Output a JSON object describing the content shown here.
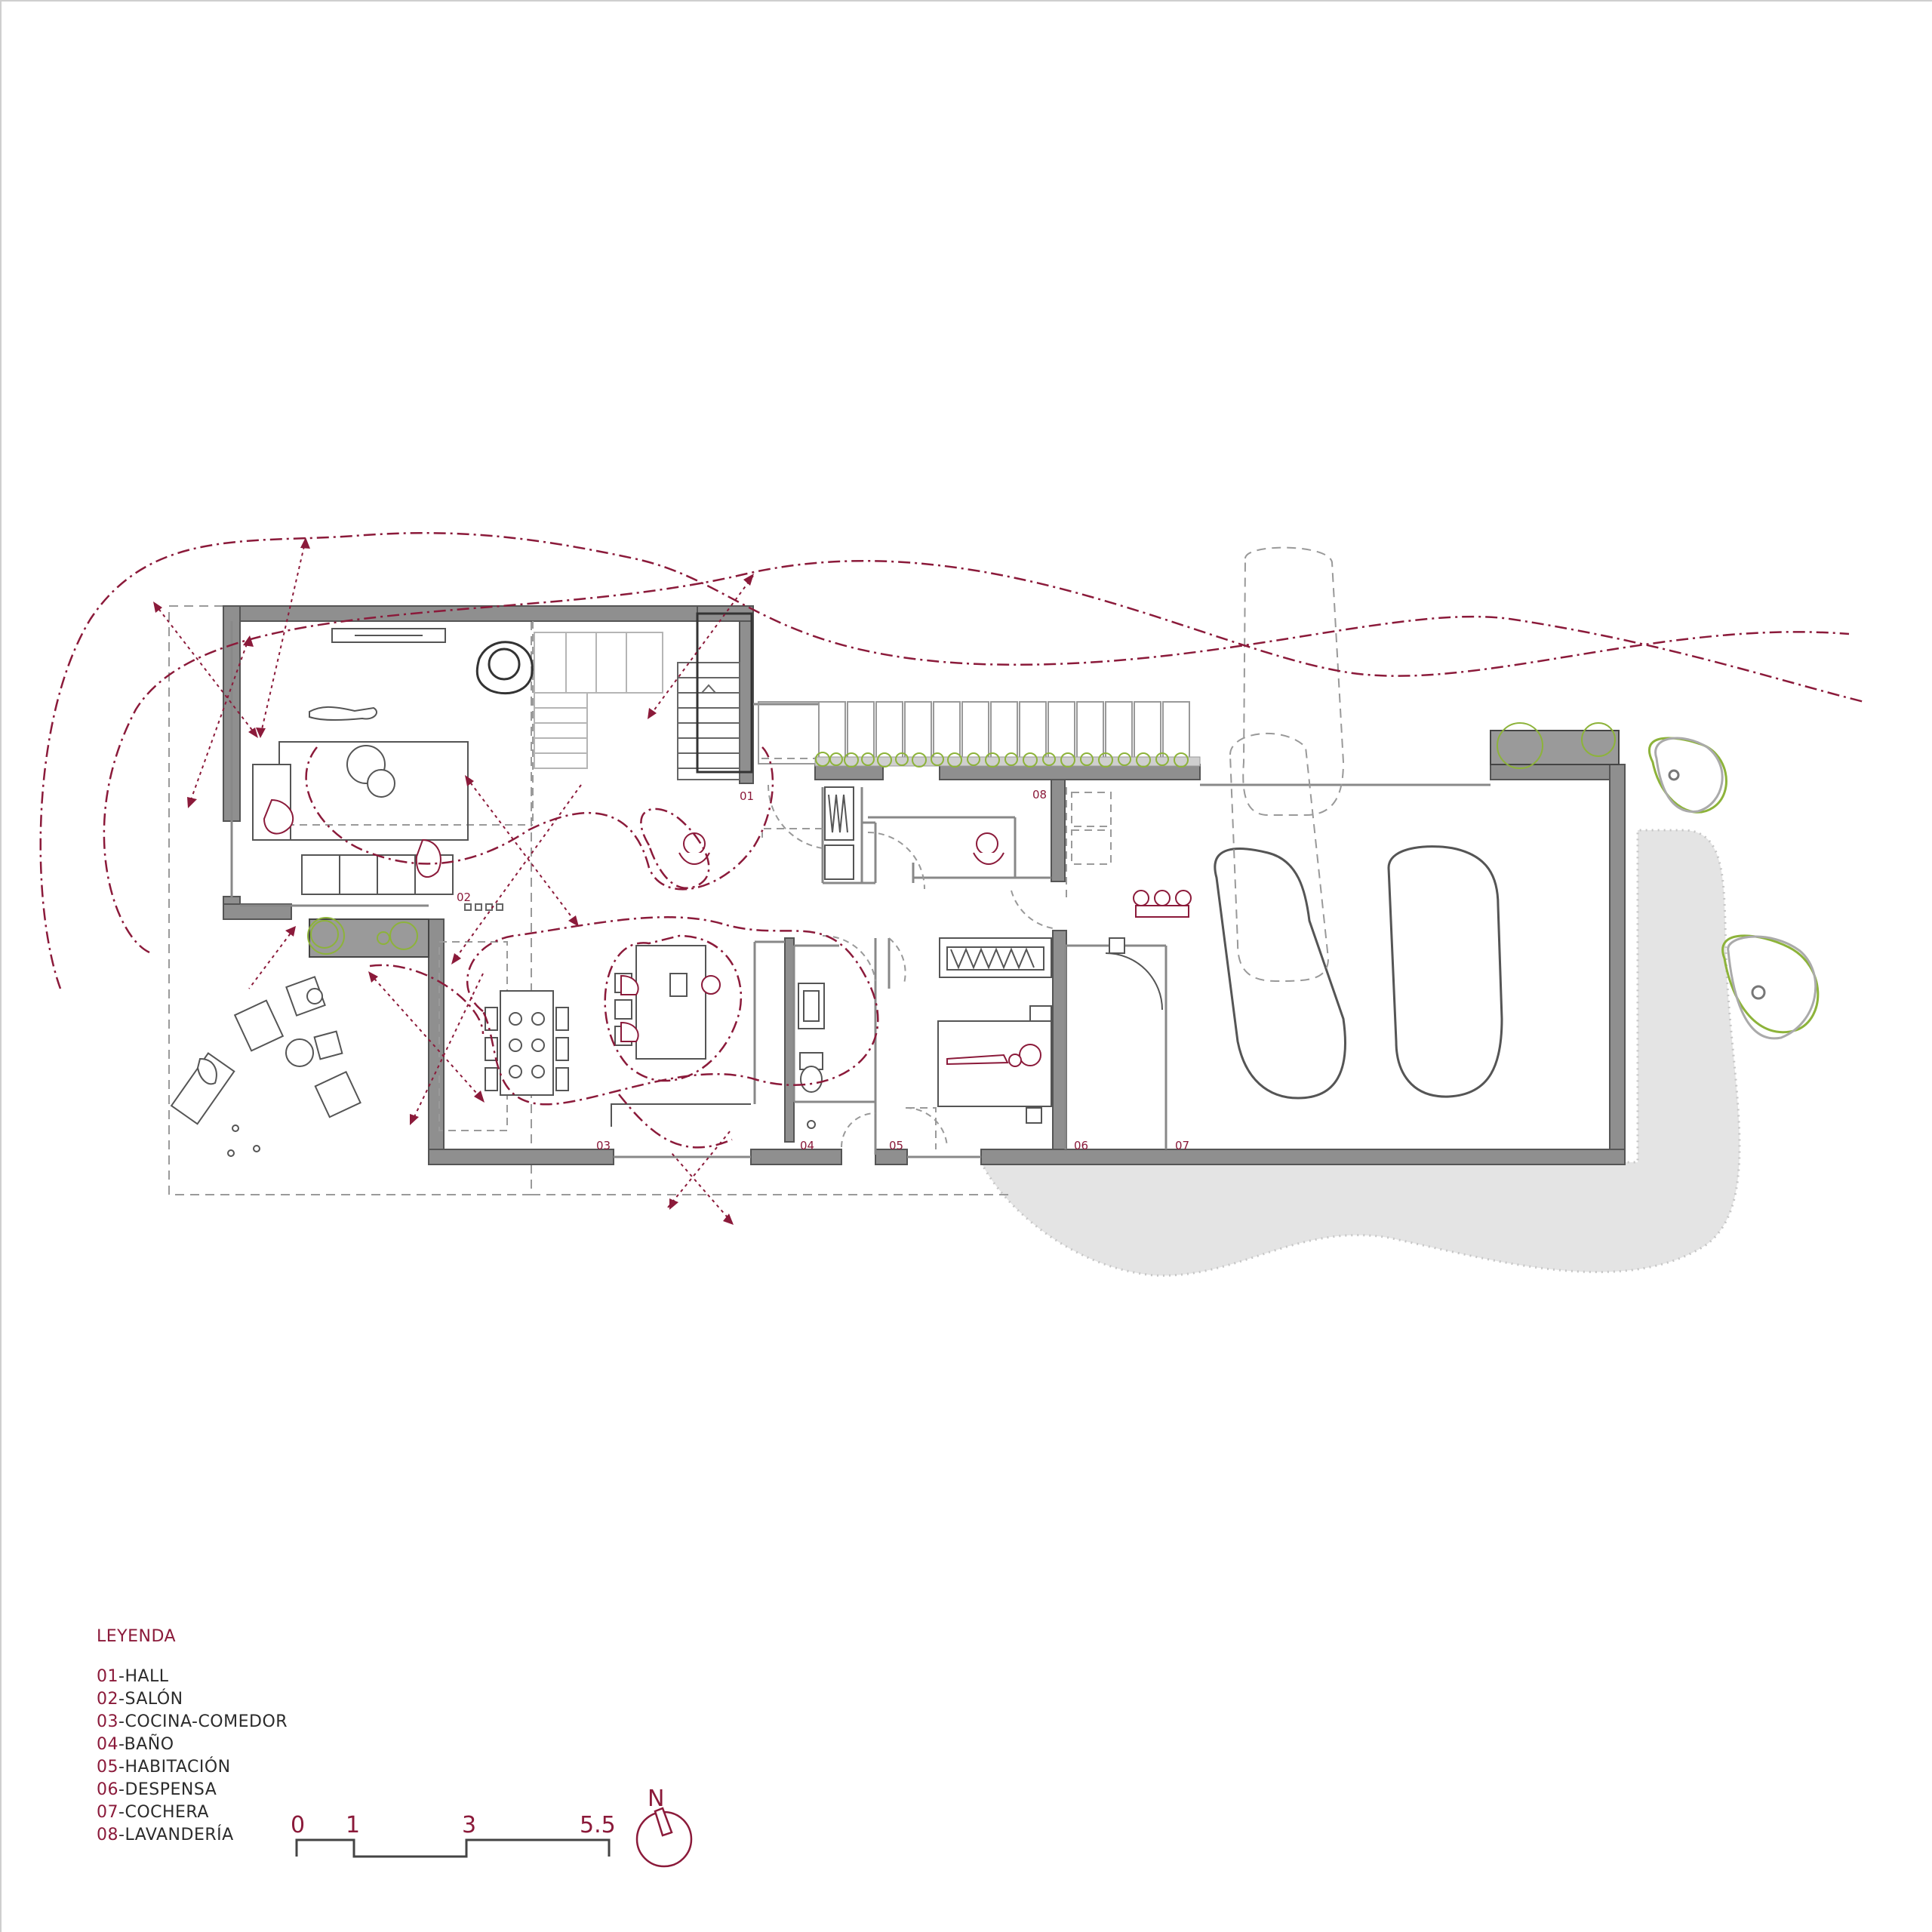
{
  "rooms": [
    {
      "num": "01",
      "name": "HALL"
    },
    {
      "num": "02",
      "name": "SALÓN"
    },
    {
      "num": "03",
      "name": "COCINA-COMEDOR"
    },
    {
      "num": "04",
      "name": "BAÑO"
    },
    {
      "num": "05",
      "name": "HABITACIÓN"
    },
    {
      "num": "06",
      "name": "DESPENSA"
    },
    {
      "num": "07",
      "name": "COCHERA"
    },
    {
      "num": "08",
      "name": "LAVANDERÍA"
    }
  ],
  "legend": {
    "title": "LEYENDA",
    "separator": "-"
  },
  "scale": {
    "ticks": [
      "0",
      "1",
      "3",
      "5.5"
    ]
  },
  "north": {
    "label": "N"
  },
  "colors": {
    "accent": "#8b1a3a",
    "wall": "#8f8f8f",
    "green": "#8db33a",
    "line": "#555555"
  }
}
